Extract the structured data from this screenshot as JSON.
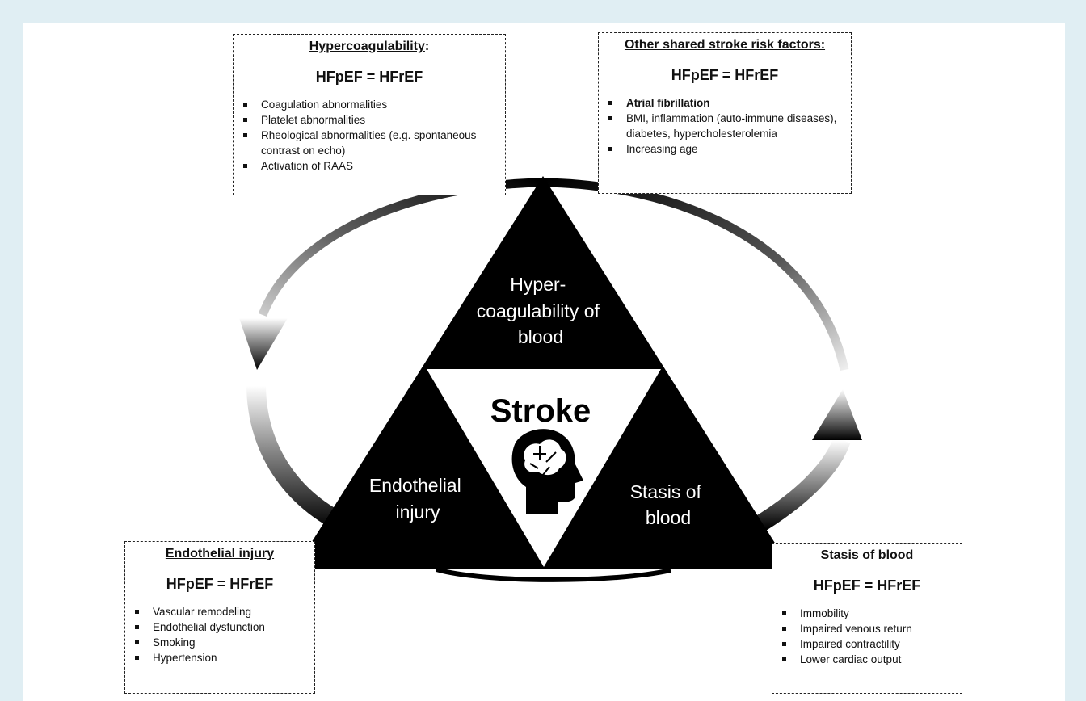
{
  "center": {
    "title": "Stroke",
    "icon": "brain-head-icon"
  },
  "triangle": {
    "top": [
      "Hyper-",
      "coagulability of",
      "blood"
    ],
    "left": [
      "Endothelial",
      "injury"
    ],
    "right": [
      "Stasis of",
      "blood"
    ]
  },
  "boxes": {
    "hypercoagulability": {
      "title": "Hypercoagulability",
      "suffix": ":",
      "equation": "HFpEF = HFrEF",
      "items": [
        "Coagulation abnormalities",
        "Platelet abnormalities",
        "Rheological abnormalities (e.g. spontaneous contrast on echo)",
        "Activation of RAAS"
      ]
    },
    "other": {
      "title": "Other shared stroke risk factors:",
      "equation": "HFpEF = HFrEF",
      "items": [
        "Atrial fibrillation",
        "BMI, inflammation (auto-immune diseases), diabetes, hypercholesterolemia",
        "Increasing age"
      ]
    },
    "endothelial": {
      "title": "Endothelial injury",
      "equation": "HFpEF = HFrEF",
      "items": [
        "Vascular remodeling",
        "Endothelial dysfunction",
        "Smoking",
        "Hypertension"
      ]
    },
    "stasis": {
      "title": "Stasis of blood",
      "equation": "HFpEF = HFrEF",
      "items": [
        "Immobility",
        "Impaired venous return",
        "Impaired contractility",
        "Lower cardiac output"
      ]
    }
  },
  "colors": {
    "background": "#e0eef3",
    "panel": "#ffffff",
    "ink": "#000000"
  }
}
